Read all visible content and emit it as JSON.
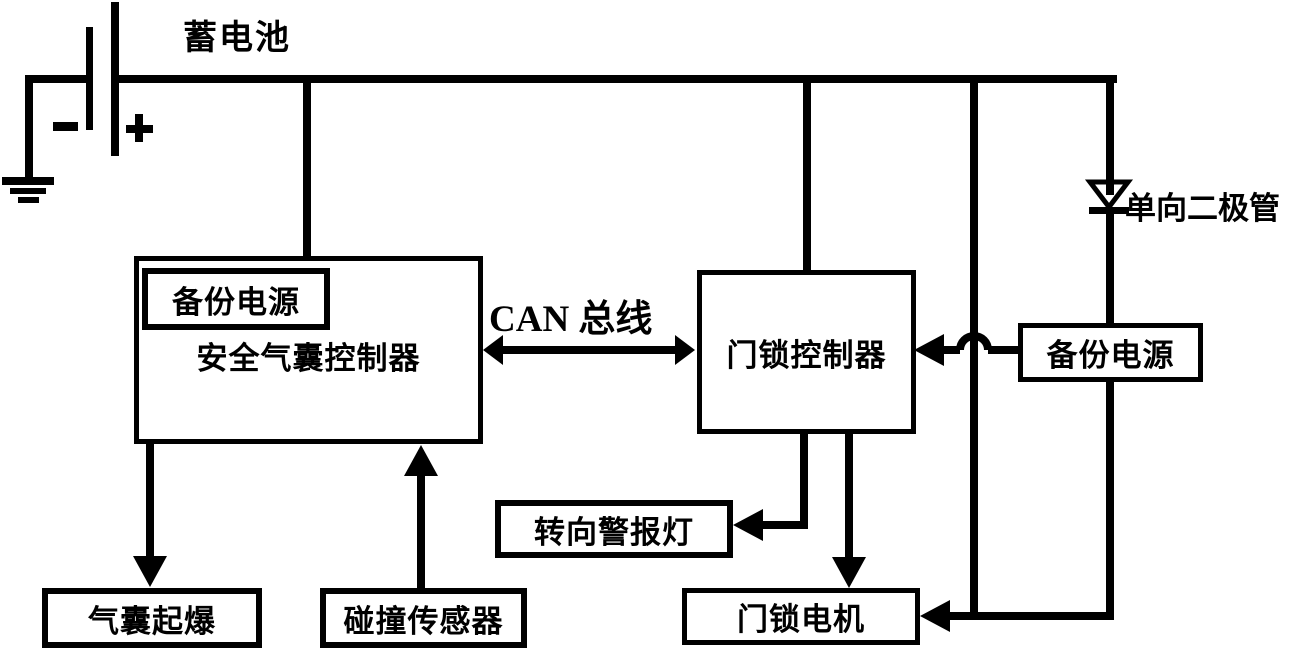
{
  "colors": {
    "line": "#000000",
    "background": "#ffffff"
  },
  "labels": {
    "battery": "蓄电池",
    "battery_minus": "-",
    "battery_plus": "+",
    "can_bus": "CAN 总线",
    "diode": "单向二极管"
  },
  "boxes": {
    "airbag_controller": "安全气囊控制器",
    "backup_power_inner": "备份电源",
    "door_lock_controller": "门锁控制器",
    "backup_power_right": "备份电源",
    "turn_warning_light": "转向警报灯",
    "airbag_detonation": "气囊起爆",
    "collision_sensor": "碰撞传感器",
    "door_lock_motor": "门锁电机"
  }
}
